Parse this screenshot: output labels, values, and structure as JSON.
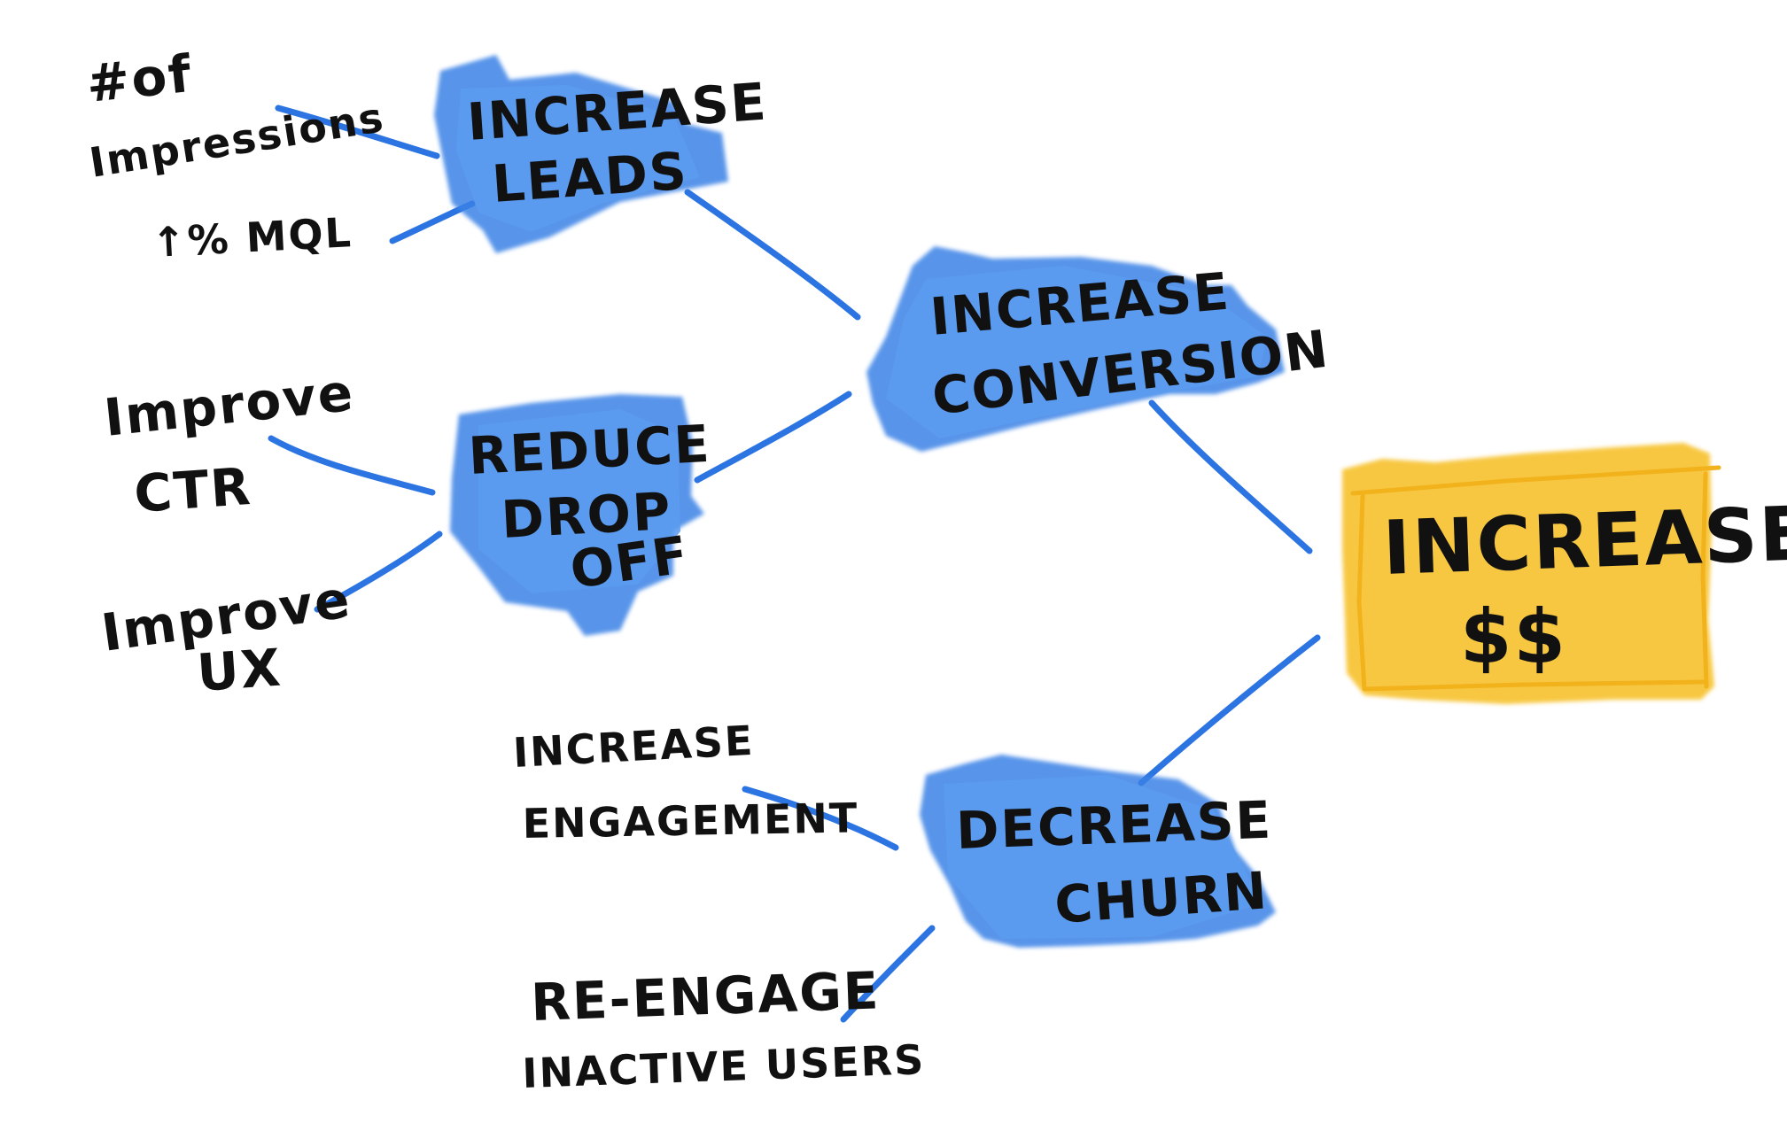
{
  "colors": {
    "blue": "#3b82e6",
    "blue_light": "#5a9cf0",
    "yellow": "#f7c331",
    "yellow_border": "#f2b21c",
    "line": "#2b74e2",
    "ink": "#111111"
  },
  "nodes": {
    "goal": {
      "line1": "INCREASE",
      "line2": "$$"
    },
    "conversion": {
      "line1": "INCREASE",
      "line2": "CONVERSION"
    },
    "churn": {
      "line1": "DECREASE",
      "line2": "CHURN"
    },
    "leads": {
      "line1": "INCREASE",
      "line2": "LEADS"
    },
    "dropoff": {
      "line1": "REDUCE",
      "line2": "DROP",
      "line3": "OFF"
    }
  },
  "leaves": {
    "impressions": {
      "line1": "#of",
      "line2": "Impressions"
    },
    "mql": {
      "text": "↑% MQL"
    },
    "ctr": {
      "line1": "Improve",
      "line2": "CTR"
    },
    "ux": {
      "line1": "Improve",
      "line2": "UX"
    },
    "engagement": {
      "line1": "INCREASE",
      "line2": "ENGAGEMENT"
    },
    "reengage": {
      "line1": "RE-ENGAGE",
      "line2": "INACTIVE USERS"
    }
  }
}
